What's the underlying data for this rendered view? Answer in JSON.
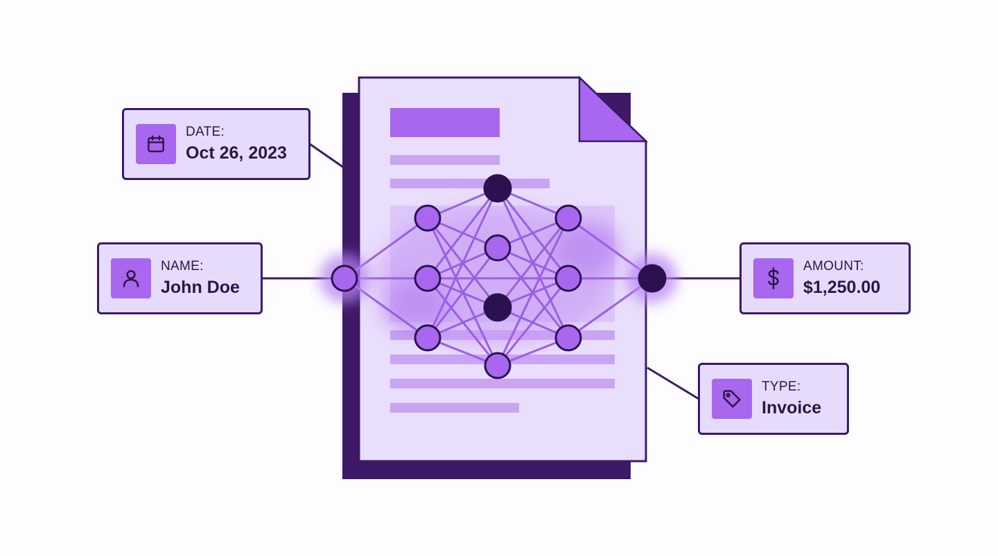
{
  "colors": {
    "background": "#fdfcfe",
    "card_fill": "#e6dbfb",
    "outline": "#3b1a63",
    "accent": "#a867ee",
    "document_fill": "#e9defb",
    "document_shadow": "#3d1966",
    "text_block": "#c8a4f3",
    "node_light": "#a867ee",
    "node_dark": "#2b1150",
    "edge": "#9b5de5"
  },
  "fields": [
    {
      "id": "date",
      "label": "DATE:",
      "value": "Oct 26, 2023",
      "icon": "calendar-icon"
    },
    {
      "id": "name",
      "label": "NAME:",
      "value": "John Doe",
      "icon": "user-icon"
    },
    {
      "id": "amount",
      "label": "AMOUNT:",
      "value": "$1,250.00",
      "icon": "dollar-icon"
    },
    {
      "id": "type",
      "label": "TYPE:",
      "value": "Invoice",
      "icon": "tag-icon"
    }
  ]
}
